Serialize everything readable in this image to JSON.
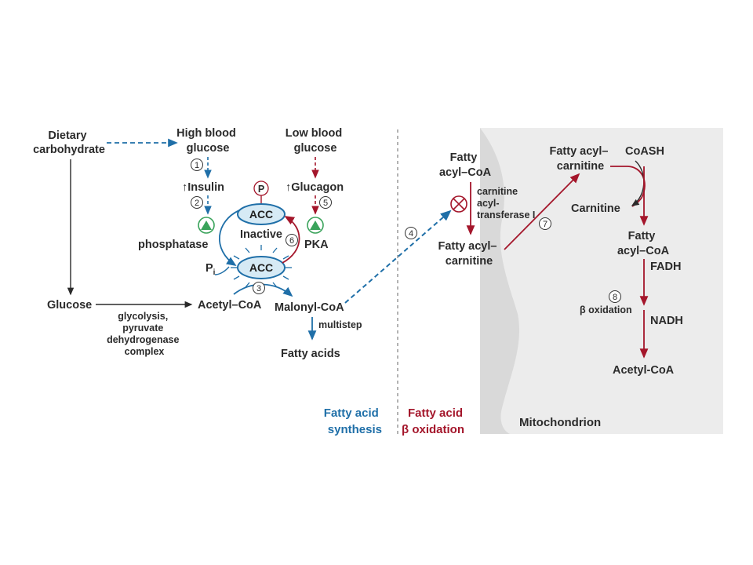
{
  "diagram": {
    "left": {
      "dietary_carbohydrate": [
        "Dietary",
        "carbohydrate"
      ],
      "high_blood_glucose": [
        "High blood",
        "glucose"
      ],
      "low_blood_glucose": [
        "Low blood",
        "glucose"
      ],
      "insulin": "↑Insulin",
      "glucagon": "↑Glucagon",
      "phosphatase": "phosphatase",
      "pka": "PKA",
      "acc_top": "ACC",
      "inactive": "Inactive",
      "acc_bottom": "ACC",
      "p_label": "P",
      "pi_p": "P",
      "pi_sub": "i",
      "glucose": "Glucose",
      "acetyl_coa": "Acetyl–CoA",
      "malonyl_coa": "Malonyl-CoA",
      "multistep": "multistep",
      "fatty_acids": "Fatty acids",
      "glycolysis": [
        "glycolysis,",
        "pyruvate",
        "dehydrogenase",
        "complex"
      ]
    },
    "steps": {
      "s1": "1",
      "s2": "2",
      "s3": "3",
      "s4": "4",
      "s5": "5",
      "s6": "6",
      "s7": "7",
      "s8": "8"
    },
    "right": {
      "fatty_acyl_coa_top": [
        "Fatty",
        "acyl–CoA"
      ],
      "cat_enzyme": [
        "carnitine",
        "acyl-",
        "transferase I"
      ],
      "fatty_acyl_carnitine_left": [
        "Fatty acyl–",
        "carnitine"
      ],
      "fatty_acyl_carnitine_top": [
        "Fatty acyl–",
        "carnitine"
      ],
      "coash": "CoASH",
      "carnitine": "Carnitine",
      "fatty_acyl_coa_mito": [
        "Fatty",
        "acyl–CoA"
      ],
      "fadh": "FADH",
      "beta_oxidation": "β oxidation",
      "nadh": "NADH",
      "acetyl_coa_mito": "Acetyl-CoA",
      "mitochondrion": "Mitochondrion"
    },
    "captions": {
      "synthesis": [
        "Fatty acid",
        "synthesis"
      ],
      "oxidation": [
        "Fatty acid",
        "β oxidation"
      ]
    },
    "colors": {
      "synthesis_blue": "#1f6fa8",
      "oxidation_red": "#a4162b",
      "activator_green": "#3aa35b",
      "acc_fill": "#d6eaf5",
      "mito_gray": "#ececec"
    }
  }
}
